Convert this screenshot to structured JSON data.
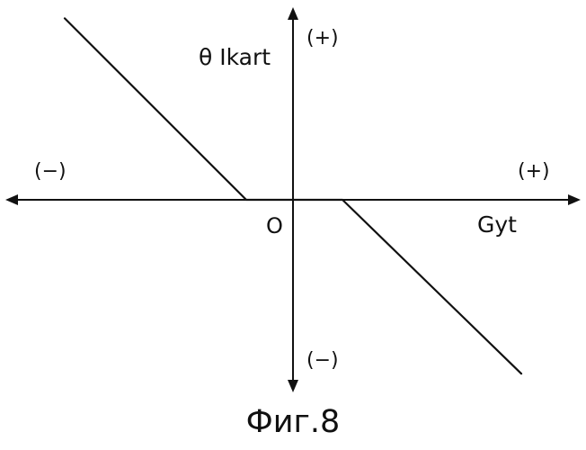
{
  "figure": {
    "caption": "Фиг.8"
  },
  "chart_data": {
    "type": "line",
    "title": "",
    "xlabel": "Gyt",
    "ylabel": "θ Ikart",
    "origin_label": "O",
    "x_negative_label": "(−)",
    "x_positive_label": "(+)",
    "y_positive_label": "(+)",
    "y_negative_label": "(−)",
    "xlim": [
      -1,
      1
    ],
    "ylim": [
      -1,
      1
    ],
    "grid": false,
    "legend": "none",
    "ticks": false,
    "series": [
      {
        "x": [
          -0.83,
          -0.17,
          0.18,
          0.83
        ],
        "y": [
          0.96,
          0,
          0,
          -0.92
        ]
      }
    ],
    "colors": {
      "line": "#111111",
      "axis": "#111111"
    }
  }
}
